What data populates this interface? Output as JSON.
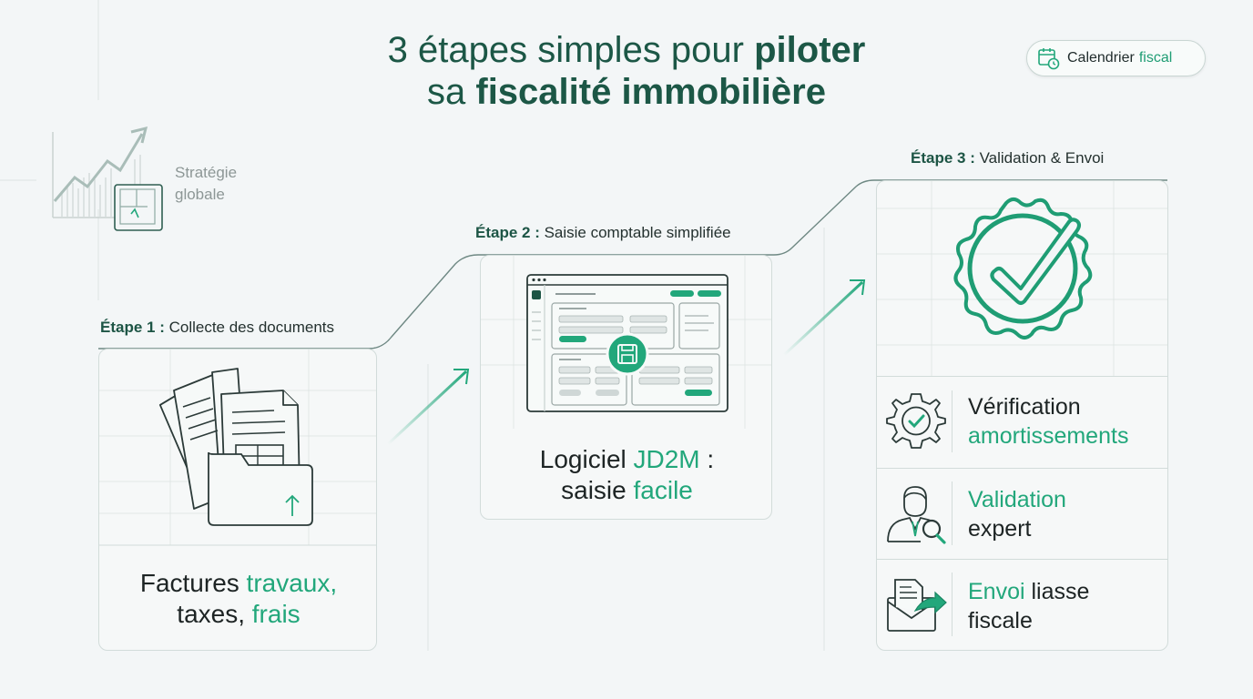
{
  "title": {
    "line1_pre": "3 étapes simples pour ",
    "line1_bold": "piloter",
    "line2_pre": "sa ",
    "line2_bold": "fiscalité immobilière"
  },
  "calendar_button": {
    "label": "Calendrier",
    "accent": "fiscal"
  },
  "strategy": {
    "line1": "Stratégie",
    "line2": "globale"
  },
  "steps": [
    {
      "label_bold": "Étape 1 :",
      "label_rest": " Collecte des documents",
      "text": [
        {
          "dark": "Factures ",
          "green": "travaux,"
        },
        {
          "dark": "taxes, ",
          "green": "frais"
        }
      ]
    },
    {
      "label_bold": "Étape 2 :",
      "label_rest": " Saisie comptable simplifiée",
      "text": [
        {
          "dark": "Logiciel ",
          "green": "JD2M",
          "dark2": " :"
        },
        {
          "dark": "saisie ",
          "green": "facile"
        }
      ]
    },
    {
      "label_bold": "Étape 3 :",
      "label_rest": " Validation & Envoi",
      "items": [
        {
          "line1": "Vérification",
          "line2": "amortissements",
          "green_line": 2
        },
        {
          "line1": "Validation",
          "line2": "expert",
          "green_line": 1
        },
        {
          "line1_green": "Envoi",
          "line1_dark": " liasse",
          "line2": "fiscale"
        }
      ]
    }
  ],
  "colors": {
    "accent": "#22a77b",
    "dark_green": "#1d5545",
    "icon_stroke": "#2b3a38",
    "background": "#f3f6f7"
  },
  "icons": [
    "calendar-clock-icon",
    "growth-chart-icon",
    "documents-folder-icon",
    "upload-arrow-icon",
    "software-window-icon",
    "save-disk-icon",
    "badge-check-icon",
    "gear-check-icon",
    "expert-magnifier-icon",
    "envelope-send-icon",
    "arrow-up-right-icon"
  ]
}
